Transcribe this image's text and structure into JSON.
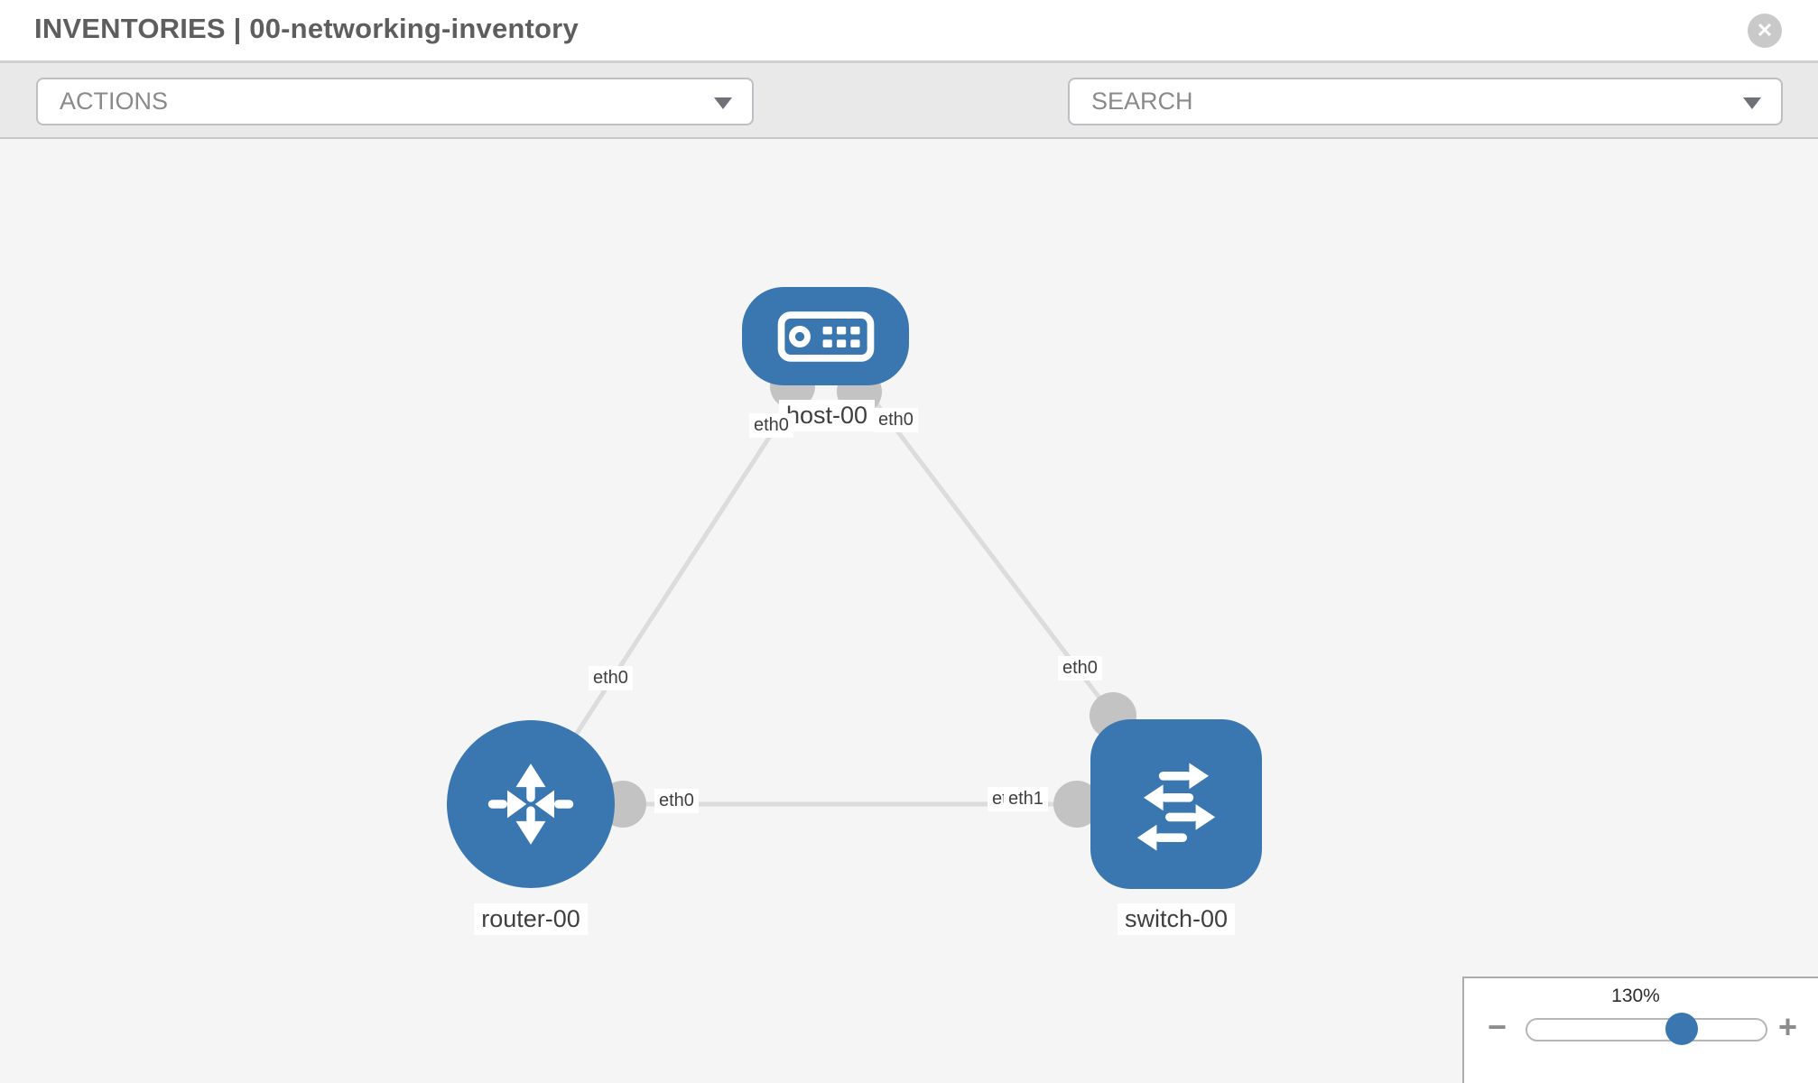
{
  "header": {
    "title": "INVENTORIES | 00-networking-inventory"
  },
  "glyphs": {
    "close": "✕",
    "minus": "−",
    "plus": "+"
  },
  "toolbar": {
    "actions_label": "ACTIONS",
    "search_label": "SEARCH"
  },
  "topology": {
    "nodes": [
      {
        "name": "host-00",
        "type": "host"
      },
      {
        "name": "router-00",
        "type": "router"
      },
      {
        "name": "switch-00",
        "type": "switch"
      }
    ],
    "links": [
      {
        "from": "router-00",
        "to": "host-00",
        "from_if": "eth0",
        "to_if": "eth0"
      },
      {
        "from": "host-00",
        "to": "switch-00",
        "from_if": "eth0",
        "to_if": "eth0"
      },
      {
        "from": "router-00",
        "to": "switch-00",
        "from_if": "eth0",
        "to_if": "eth1",
        "overlapped_if": "eth0"
      }
    ]
  },
  "zoom_control": {
    "value": "130%"
  },
  "colors": {
    "node_blue": "#3a77b0",
    "link_gray": "#dcdcdc",
    "connector_gray": "#c3c3c3",
    "canvas_bg": "#f5f5f5",
    "toolbar_bg": "#e9e9e9"
  }
}
